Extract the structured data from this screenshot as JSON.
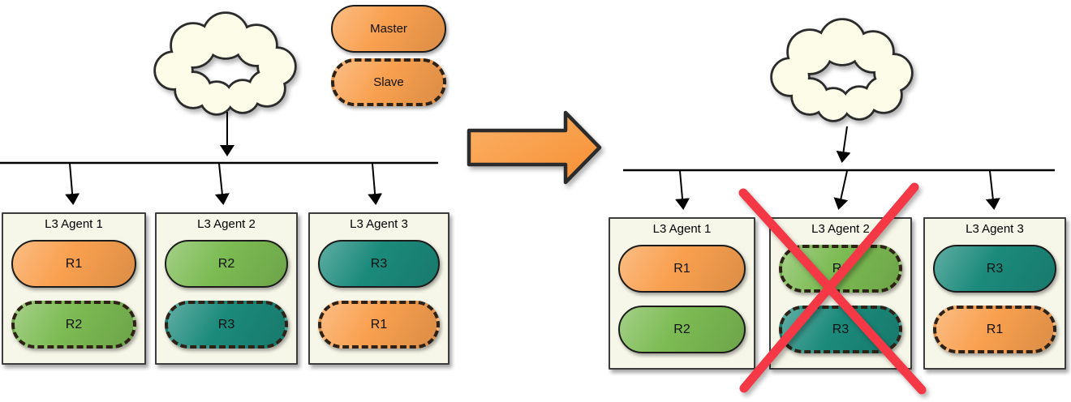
{
  "legend": {
    "master_label": "Master",
    "slave_label": "Slave"
  },
  "left": {
    "agents": [
      {
        "title": "L3 Agent 1",
        "routers": [
          {
            "label": "R1",
            "color": "orange",
            "role": "master"
          },
          {
            "label": "R2",
            "color": "green",
            "role": "slave"
          }
        ]
      },
      {
        "title": "L3 Agent 2",
        "routers": [
          {
            "label": "R2",
            "color": "green",
            "role": "master"
          },
          {
            "label": "R3",
            "color": "teal",
            "role": "slave"
          }
        ]
      },
      {
        "title": "L3 Agent 3",
        "routers": [
          {
            "label": "R3",
            "color": "teal",
            "role": "master"
          },
          {
            "label": "R1",
            "color": "orange",
            "role": "slave"
          }
        ]
      }
    ]
  },
  "right": {
    "agents": [
      {
        "title": "L3 Agent 1",
        "failed": false,
        "routers": [
          {
            "label": "R1",
            "color": "orange",
            "role": "master"
          },
          {
            "label": "R2",
            "color": "green",
            "role": "master"
          }
        ]
      },
      {
        "title": "L3 Agent 2",
        "failed": true,
        "routers": [
          {
            "label": "R2",
            "color": "green",
            "role": "slave"
          },
          {
            "label": "R3",
            "color": "teal",
            "role": "slave"
          }
        ]
      },
      {
        "title": "L3 Agent 3",
        "failed": false,
        "routers": [
          {
            "label": "R3",
            "color": "teal",
            "role": "master"
          },
          {
            "label": "R1",
            "color": "orange",
            "role": "slave"
          }
        ]
      }
    ]
  },
  "colors": {
    "orange": "#F9A04F",
    "green": "#7CBB53",
    "teal": "#1B8A7B",
    "red_x": "#F43845",
    "cloud_fill": "#FCFCE8",
    "box_fill": "#F7F7E9",
    "pill_border": "#1C1C1C",
    "dashed_border": "#2E2217"
  }
}
